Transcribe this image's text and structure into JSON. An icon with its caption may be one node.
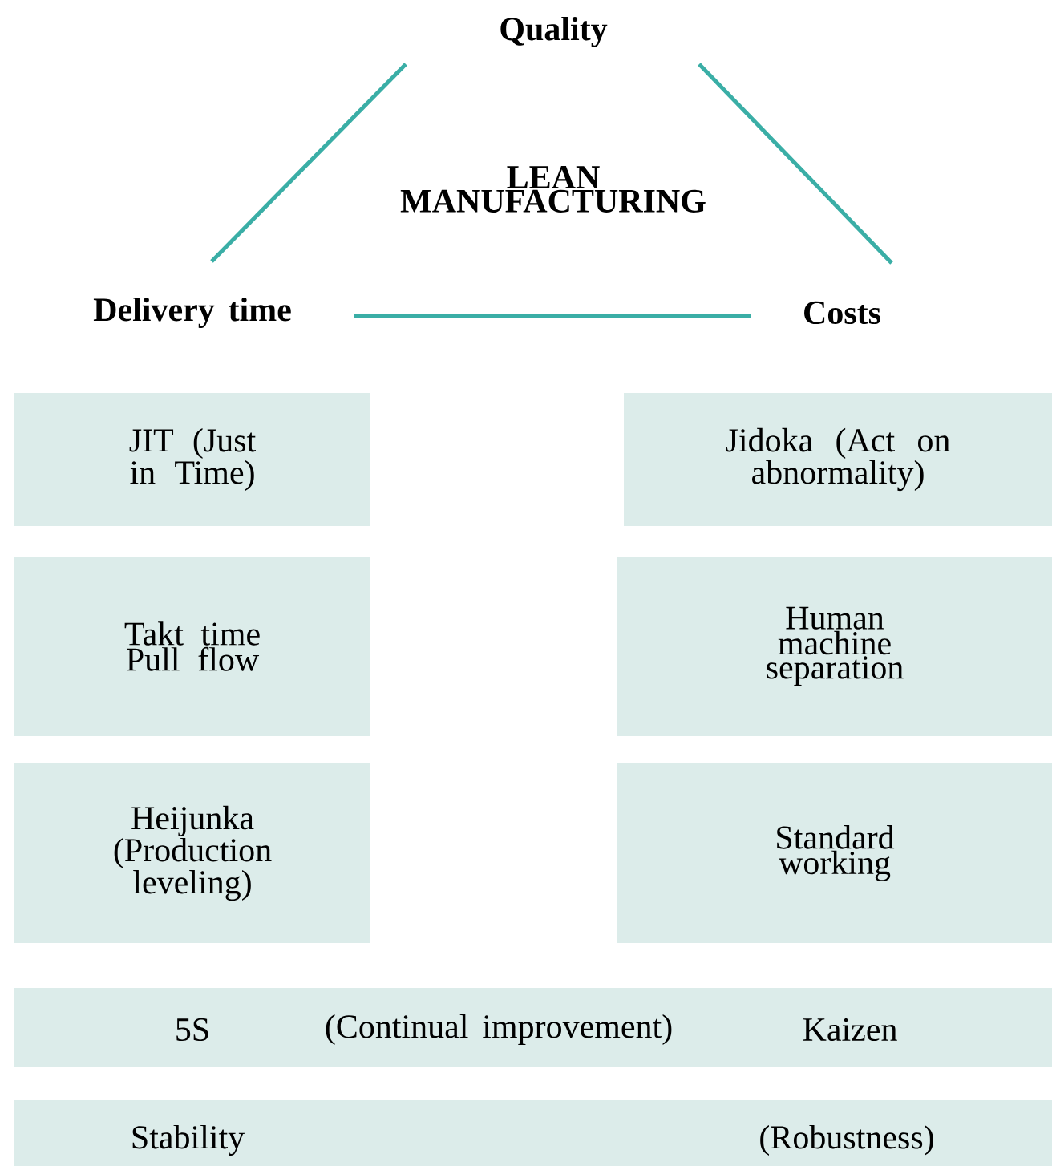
{
  "diagram": {
    "nodes": [
      {
        "text": [
          "Quality"
        ]
      },
      {
        "text": [
          "Delivery time"
        ]
      },
      {
        "text": [
          "Costs"
        ]
      },
      {
        "text": [
          "JIT (Just in Time)"
        ]
      },
      {
        "text": [
          "Jidoka (Act on abnormality)"
        ]
      },
      {
        "text": [
          "Takt time Pull flow"
        ]
      },
      {
        "text": [
          "Human machine separation"
        ]
      },
      {
        "text": [
          "Heijunka (Production leveling)"
        ]
      },
      {
        "text": [
          "Standard working"
        ]
      },
      {
        "text": [
          "5S",
          "(Continual improvement)",
          "Kaizen"
        ]
      },
      {
        "text": [
          "Stability",
          "(Robustness)"
        ]
      }
    ],
    "edges": [
      {
        "from": 0,
        "to": 1,
        "arrow": "none"
      },
      {
        "from": 0,
        "to": 2,
        "arrow": "none"
      },
      {
        "from": 1,
        "to": 2,
        "arrow": "none"
      }
    ],
    "labels": [
      "LEAN MANUFACTURING"
    ]
  }
}
